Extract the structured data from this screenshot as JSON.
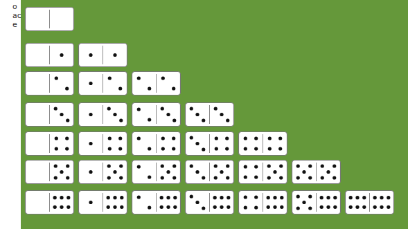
{
  "diagram": {
    "labels": [
      "o",
      "ac",
      "e"
    ]
  }
}
